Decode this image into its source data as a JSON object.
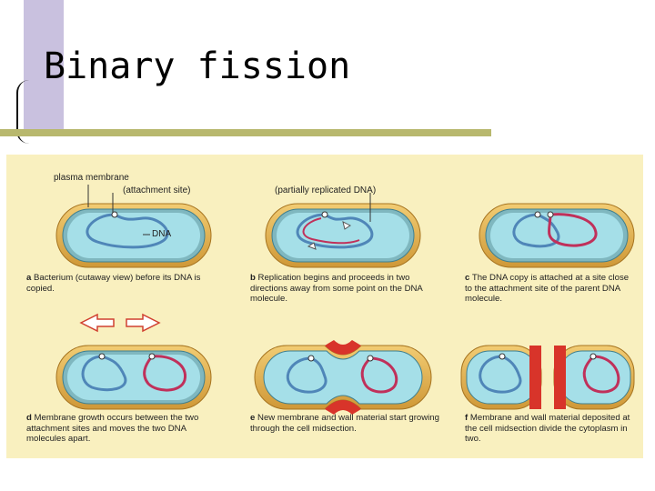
{
  "slide": {
    "title": "Binary fission"
  },
  "figure": {
    "labels": {
      "plasma_membrane": "plasma membrane",
      "attachment_site": "(attachment site)",
      "partially_replicated": "(partially replicated DNA)",
      "dna": "DNA"
    },
    "panels": [
      {
        "letter": "a",
        "text": "Bacterium (cutaway view) before its DNA is copied."
      },
      {
        "letter": "b",
        "text": "Replication begins and proceeds in two directions away from some point on the DNA molecule."
      },
      {
        "letter": "c",
        "text": "The DNA copy is attached at a site close to the attachment site of the parent DNA molecule."
      },
      {
        "letter": "d",
        "text": "Membrane growth occurs between the two attachment sites and moves the two DNA molecules apart."
      },
      {
        "letter": "e",
        "text": "New membrane and wall material start growing through the cell midsection."
      },
      {
        "letter": "f",
        "text": "Membrane and wall material deposited at the cell midsection divide the cytoplasm in two."
      }
    ],
    "colors": {
      "background": "#f9f0bf",
      "cell_wall": "#e6b24e",
      "membrane": "#5f9fae",
      "cytoplasm": "#a5dfe8",
      "parent_dna": "#4f86b8",
      "new_dna": "#c0305a",
      "new_wall": "#d8342a"
    }
  }
}
